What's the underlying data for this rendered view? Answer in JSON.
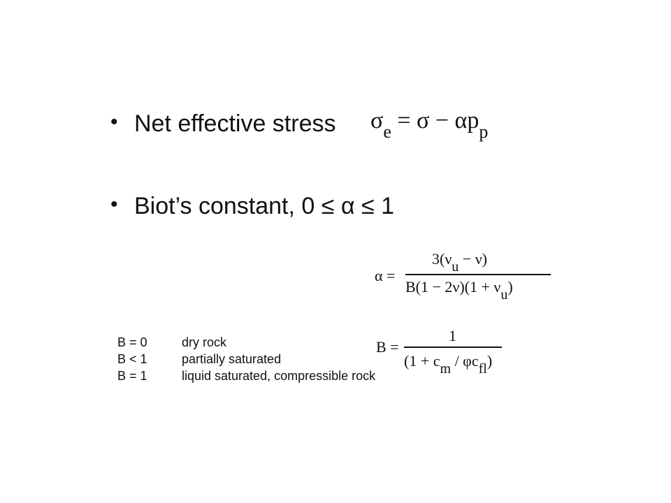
{
  "bullets": [
    {
      "marker": "•",
      "text": "Net effective stress"
    },
    {
      "marker": "•",
      "text": "Biot’s constant, 0 ≤ α ≤ 1"
    }
  ],
  "effective_stress": {
    "sigma": "σ",
    "sub_e": "e",
    "rhs_main": " = σ − αp",
    "sub_p": "p"
  },
  "alpha_eq": {
    "lhs": "α =",
    "num_a": "3(ν",
    "num_sub": "u",
    "num_b": " − ν)",
    "den_a": "B(1 − 2ν)(1 + ν",
    "den_sub": "u",
    "den_b": ")"
  },
  "b_eq": {
    "lhs": "B =",
    "num": "1",
    "den_a": "(1 + c",
    "den_sub_m": "m",
    "den_mid": " / φc",
    "den_sub_fl": "fl",
    "den_b": ")"
  },
  "b_table": [
    {
      "code": "B = 0",
      "desc": "dry rock"
    },
    {
      "code": "B < 1",
      "desc": "partially saturated"
    },
    {
      "code": "B = 1",
      "desc": "liquid saturated, compressible rock"
    }
  ]
}
